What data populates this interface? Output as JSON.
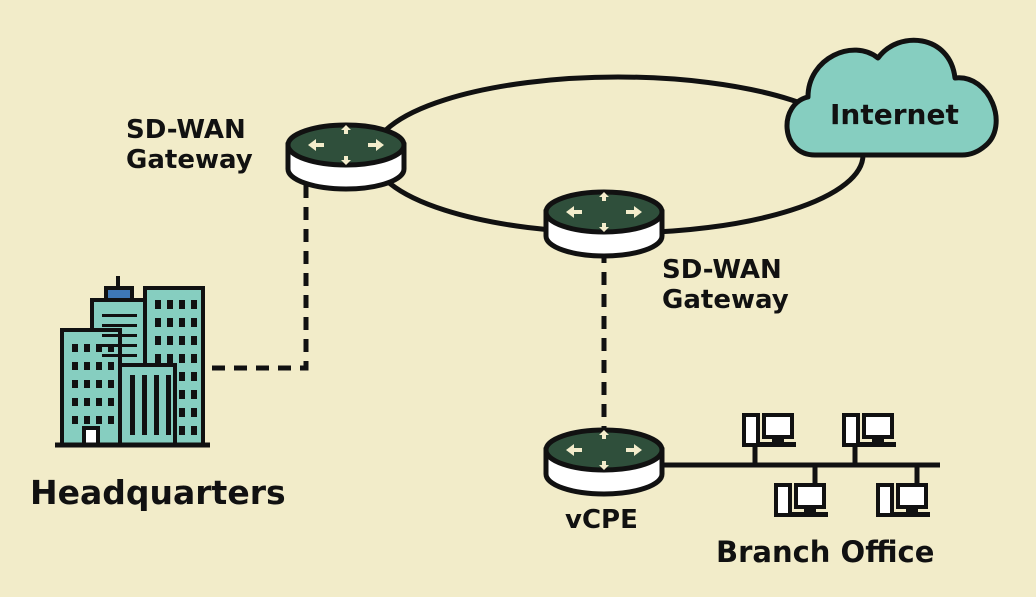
{
  "diagram": {
    "title": "",
    "labels": {
      "gateway_top": [
        "SD-WAN",
        "Gateway"
      ],
      "gateway_mid": [
        "SD-WAN",
        "Gateway"
      ],
      "internet": "Internet",
      "headquarters": "Headquarters",
      "vcpe": "vCPE",
      "branch_office": "Branch Office"
    },
    "colors": {
      "background": "#f2ecc9",
      "router_top": "#2f4f3b",
      "router_body": "#ffffff",
      "router_arrows": "#f3eccb",
      "cloud": "#86cec0",
      "building": "#86cec0",
      "building_accent": "#3e78b6",
      "stroke": "#111111"
    },
    "icons": [
      "router-icon",
      "cloud-icon",
      "building-icon",
      "computer-icon"
    ],
    "connections": [
      {
        "from": "SD-WAN Gateway",
        "to": "Internet",
        "style": "solid-ring"
      },
      {
        "from": "SD-WAN Gateway",
        "to": "SD-WAN Gateway",
        "style": "solid-ring"
      },
      {
        "from": "SD-WAN Gateway",
        "to": "Headquarters",
        "style": "dashed"
      },
      {
        "from": "SD-WAN Gateway",
        "to": "vCPE",
        "style": "dashed"
      },
      {
        "from": "vCPE",
        "to": "Branch Office",
        "style": "solid-bus"
      }
    ]
  }
}
